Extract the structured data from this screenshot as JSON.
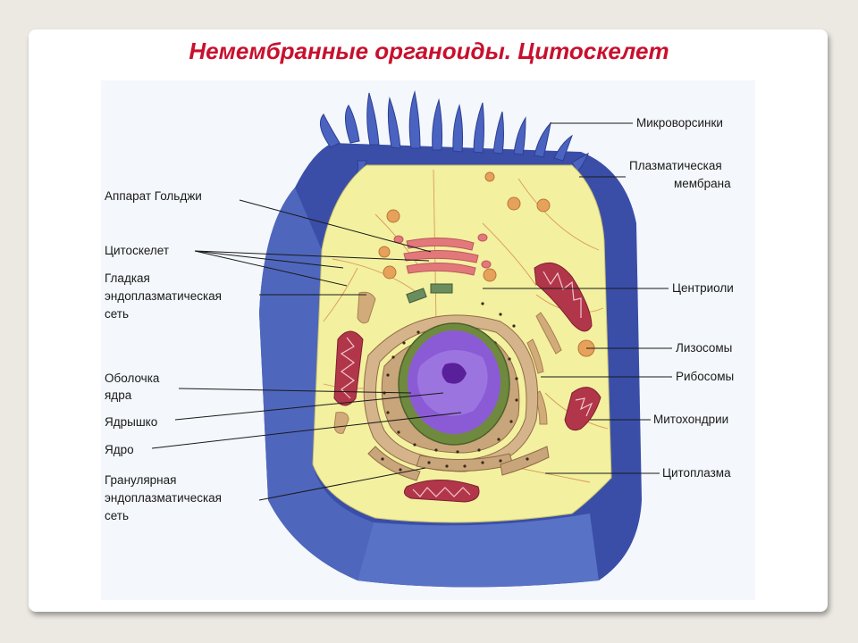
{
  "slide": {
    "title": "Немембранные органоиды. Цитоскелет"
  },
  "diagram": {
    "labels_left": {
      "golgi": "Аппарат Гольджи",
      "cytoskeleton": "Цитоскелет",
      "smooth_er_1": "Гладкая",
      "smooth_er_2": "эндоплазматическая",
      "smooth_er_3": "сеть",
      "nuclear_envelope_1": "Оболочка",
      "nuclear_envelope_2": "ядра",
      "nucleolus": "Ядрышко",
      "nucleus": "Ядро",
      "rough_er_1": "Гранулярная",
      "rough_er_2": "эндоплазматическая",
      "rough_er_3": "сеть"
    },
    "labels_right": {
      "microvilli": "Микроворсинки",
      "plasma_membrane_1": "Плазматическая",
      "plasma_membrane_2": "мембрана",
      "centrioles": "Центриоли",
      "lysosomes": "Лизосомы",
      "ribosomes": "Рибосомы",
      "mitochondria": "Митохондрии",
      "cytoplasm": "Цитоплазма"
    },
    "colors": {
      "membrane": "#3a4ea8",
      "membrane_light": "#5d74c8",
      "cytoplasm": "#f3f0a0",
      "nucleus": "#8b5bd6",
      "nucleus_envelope": "#6f8a3e",
      "er": "#c9a57b",
      "mitochondria": "#b2364a",
      "golgi": "#e3787a",
      "lysosome": "#e6a15a"
    }
  }
}
